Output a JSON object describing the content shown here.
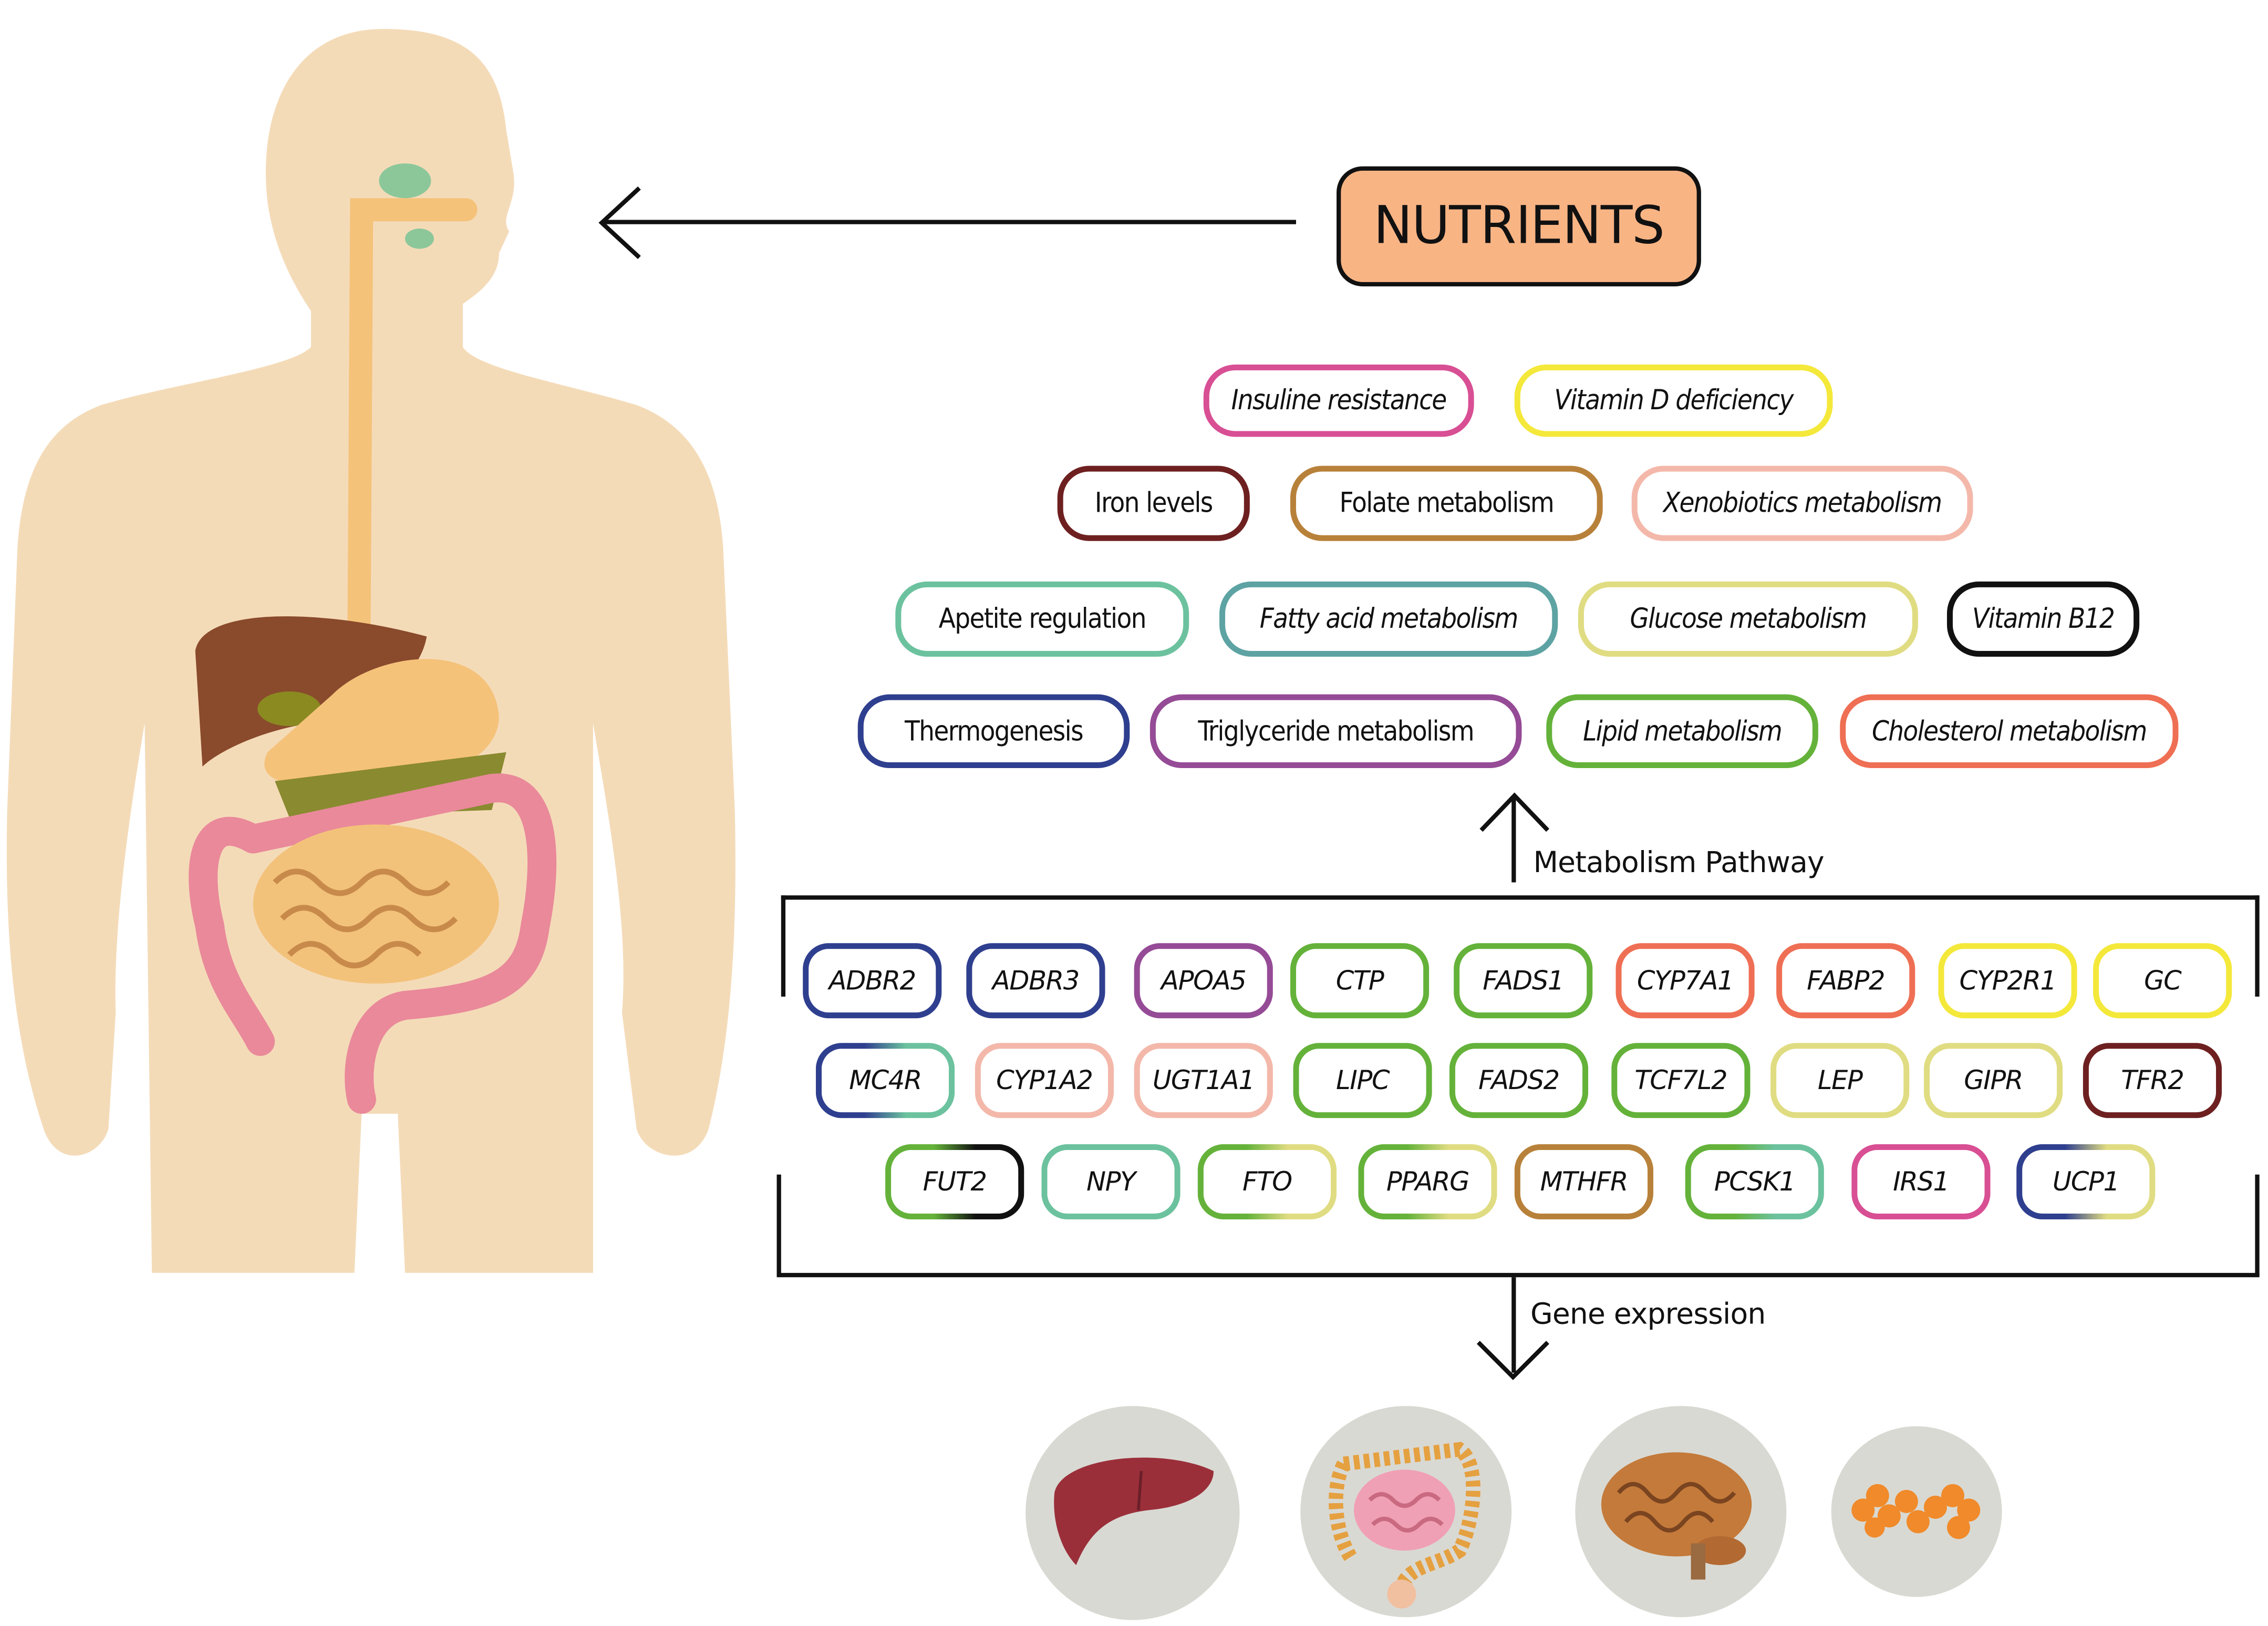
{
  "nutrients_label": "NUTRIENTS",
  "metabolism_label": "Metabolism Pathway",
  "gene_expression_label": "Gene expression",
  "pathways": [
    {
      "label": "Insuline resistance",
      "italic": true,
      "color": "#d84f94"
    },
    {
      "label": "Vitamin D deficiency",
      "italic": true,
      "color": "#f4e83a"
    },
    {
      "label": "Iron levels",
      "italic": false,
      "color": "#6e2020"
    },
    {
      "label": "Folate metabolism",
      "italic": false,
      "color": "#b8813a"
    },
    {
      "label": "Xenobiotics metabolism",
      "italic": true,
      "color": "#f3b8aa"
    },
    {
      "label": "Apetite regulation",
      "italic": false,
      "color": "#6cc29e"
    },
    {
      "label": "Fatty acid metabolism",
      "italic": true,
      "color": "#5ea3a3"
    },
    {
      "label": "Glucose metabolism",
      "italic": true,
      "color": "#e0dc82"
    },
    {
      "label": "Vitamin B12",
      "italic": true,
      "color": "#111111"
    },
    {
      "label": "Thermogenesis",
      "italic": false,
      "color": "#2f3f8f"
    },
    {
      "label": "Triglyceride metabolism",
      "italic": false,
      "color": "#954b96"
    },
    {
      "label": "Lipid metabolism",
      "italic": true,
      "color": "#64b23a"
    },
    {
      "label": "Cholesterol metabolism",
      "italic": true,
      "color": "#ef6f54"
    }
  ],
  "genes": [
    {
      "label": "ADBR2",
      "colors": [
        "#2f3f8f"
      ]
    },
    {
      "label": "ADBR3",
      "colors": [
        "#2f3f8f"
      ]
    },
    {
      "label": "APOA5",
      "colors": [
        "#954b96"
      ]
    },
    {
      "label": "CTP",
      "colors": [
        "#64b23a"
      ]
    },
    {
      "label": "FADS1",
      "colors": [
        "#64b23a"
      ]
    },
    {
      "label": "CYP7A1",
      "colors": [
        "#ef6f54"
      ]
    },
    {
      "label": "FABP2",
      "colors": [
        "#ef6f54"
      ]
    },
    {
      "label": "CYP2R1",
      "colors": [
        "#f4e83a"
      ]
    },
    {
      "label": "GC",
      "colors": [
        "#f4e83a"
      ]
    },
    {
      "label": "MC4R",
      "colors": [
        "#2f3f8f",
        "#6cc29e"
      ]
    },
    {
      "label": "CYP1A2",
      "colors": [
        "#f3b8aa"
      ]
    },
    {
      "label": "UGT1A1",
      "colors": [
        "#f3b8aa"
      ]
    },
    {
      "label": "LIPC",
      "colors": [
        "#64b23a"
      ]
    },
    {
      "label": "FADS2",
      "colors": [
        "#64b23a"
      ]
    },
    {
      "label": "TCF7L2",
      "colors": [
        "#64b23a"
      ]
    },
    {
      "label": "LEP",
      "colors": [
        "#e0dc82"
      ]
    },
    {
      "label": "GIPR",
      "colors": [
        "#e0dc82"
      ]
    },
    {
      "label": "TFR2",
      "colors": [
        "#6e2020"
      ]
    },
    {
      "label": "FUT2",
      "colors": [
        "#64b23a",
        "#111111"
      ]
    },
    {
      "label": "NPY",
      "colors": [
        "#6cc29e"
      ]
    },
    {
      "label": "FTO",
      "colors": [
        "#64b23a",
        "#e0dc82"
      ]
    },
    {
      "label": "PPARG",
      "colors": [
        "#64b23a",
        "#e0dc82"
      ]
    },
    {
      "label": "MTHFR",
      "colors": [
        "#b8813a"
      ]
    },
    {
      "label": "PCSK1",
      "colors": [
        "#64b23a",
        "#6cc29e"
      ]
    },
    {
      "label": "IRS1",
      "colors": [
        "#d84f94"
      ]
    },
    {
      "label": "UCP1",
      "colors": [
        "#2f3f8f",
        "#e0dc82"
      ]
    }
  ],
  "organs": [
    "liver-icon",
    "intestine-icon",
    "brain-icon",
    "adipose-tissue-icon"
  ]
}
